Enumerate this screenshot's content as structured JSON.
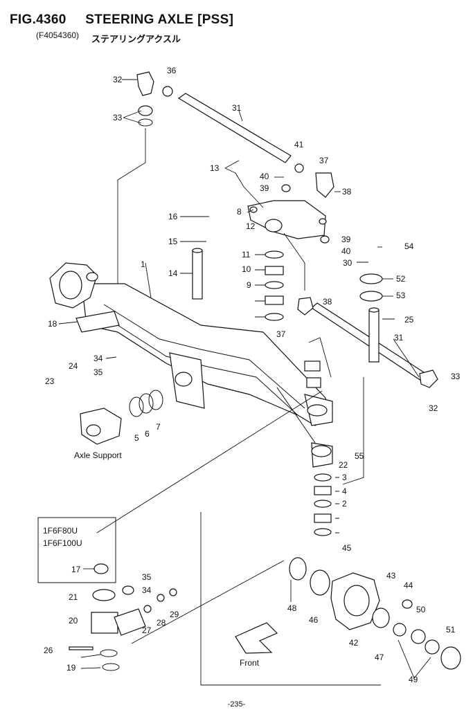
{
  "header": {
    "figure_number": "FIG.4360",
    "figure_title": "STEERING AXLE [PSS]",
    "figure_code": "(F4054360)",
    "title_japanese": "ステアリングアクスル"
  },
  "labels": {
    "axle_support": "Axle Support",
    "front": "Front",
    "model_1": "1F6F80U",
    "model_2": "1F6F100U"
  },
  "footer": {
    "page_number": "-235-"
  },
  "callouts": [
    "1",
    "2",
    "3",
    "4",
    "5",
    "6",
    "7",
    "8",
    "9",
    "10",
    "11",
    "12",
    "13",
    "14",
    "15",
    "16",
    "17",
    "18",
    "19",
    "20",
    "21",
    "22",
    "23",
    "24",
    "25",
    "26",
    "27",
    "28",
    "29",
    "30",
    "31",
    "32",
    "33",
    "34",
    "35",
    "36",
    "37",
    "38",
    "39",
    "40",
    "41",
    "42",
    "43",
    "44",
    "45",
    "46",
    "47",
    "48",
    "49",
    "50",
    "51",
    "52",
    "53",
    "54",
    "55"
  ]
}
